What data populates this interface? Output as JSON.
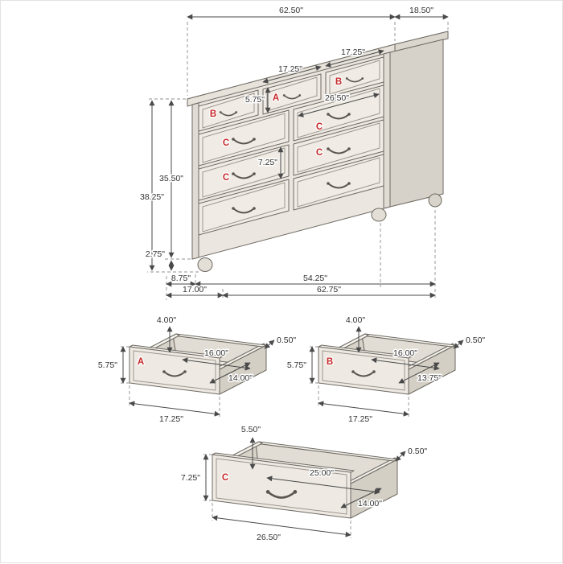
{
  "colors": {
    "label_red": "#c62828",
    "dim_line": "#4a4a4a"
  },
  "dresser": {
    "dim_width": "62.50\"",
    "dim_depth": "18.50\"",
    "dim_a_width": "17.25\"",
    "dim_b_width": "17.25\"",
    "dim_a_height": "5.75\"",
    "dim_c_width": "26.50\"",
    "dim_c_height": "7.25\"",
    "dim_case_height": "35.50\"",
    "dim_total_height": "38.25\"",
    "dim_leg_height": "2.75\"",
    "dim_base_a": "8.75\"",
    "dim_base_b": "54.25\"",
    "dim_base_c": "17.00\"",
    "dim_base_d": "62.75\"",
    "letter_a": "A",
    "letter_b": "B",
    "letter_c": "C"
  },
  "drawer_a": {
    "letter": "A",
    "dim_back_height": "4.00\"",
    "dim_inner_width": "16.00\"",
    "dim_front_height": "5.75\"",
    "dim_thickness": "0.50\"",
    "dim_inner_depth": "14.00\"",
    "dim_front_width": "17.25\""
  },
  "drawer_b": {
    "letter": "B",
    "dim_back_height": "4.00\"",
    "dim_inner_width": "16.00\"",
    "dim_front_height": "5.75\"",
    "dim_thickness": "0.50\"",
    "dim_inner_depth": "13.75\"",
    "dim_front_width": "17.25\""
  },
  "drawer_c": {
    "letter": "C",
    "dim_back_height": "5.50\"",
    "dim_inner_width": "25.00\"",
    "dim_front_height": "7.25\"",
    "dim_thickness": "0.50\"",
    "dim_inner_depth": "14.00\"",
    "dim_front_width": "26.50\""
  }
}
